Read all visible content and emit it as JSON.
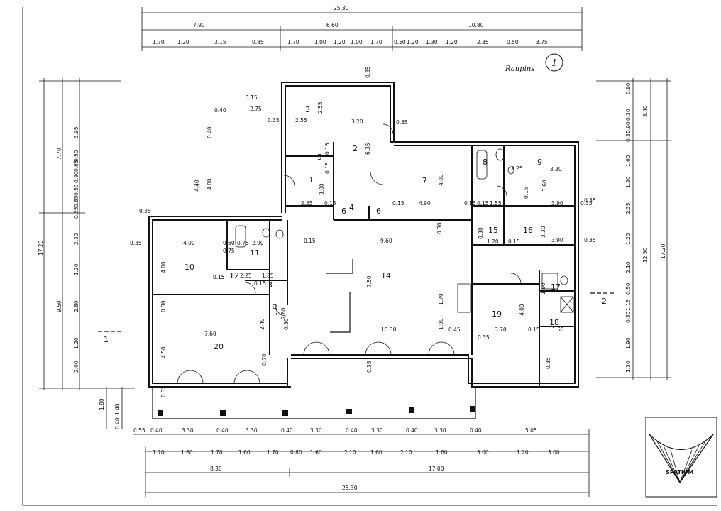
{
  "annotation": "Raupins",
  "plan_number": "1",
  "section_marks": [
    "1",
    "2"
  ],
  "logo_text": "SPATIUM",
  "rooms": [
    "1",
    "2",
    "3",
    "4",
    "5",
    "6",
    "6",
    "7",
    "8",
    "9",
    "10",
    "11",
    "12",
    "13",
    "14",
    "15",
    "16",
    "17",
    "18",
    "19",
    "20"
  ],
  "dims": {
    "top_total": "25.30",
    "top_row2": [
      "7.90",
      "6.60",
      "10.80"
    ],
    "top_row3": [
      "1.70",
      "1.20",
      "3.15",
      "0.85",
      "1.70",
      "1.00",
      "1.20",
      "1.00",
      "1.70",
      "0.50",
      "1.20",
      "1.30",
      "1.20",
      "2.35",
      "0.50",
      "3.75"
    ],
    "bottom_row1": [
      "0.55",
      "0.40",
      "3.30",
      "0.40",
      "3.30",
      "0.40",
      "3.30",
      "0.40",
      "3.30",
      "0.40",
      "3.30",
      "0.40",
      "5.05"
    ],
    "bottom_row2": [
      "1.70",
      "1.60",
      "1.70",
      "1.60",
      "1.70",
      "0.80",
      "1.60",
      "2.10",
      "1.60",
      "2.10",
      "1.60",
      "3.00",
      "1.20",
      "3.00"
    ],
    "bottom_row3": [
      "8.30",
      "17.00"
    ],
    "bottom_total": "25.30",
    "left_outer": [
      "17.20"
    ],
    "left_mid": [
      "7.70",
      "9.50"
    ],
    "left_inner": [
      "3.95",
      "0.50",
      "0.65",
      "0.90",
      "0.50",
      "0.85",
      "0.35",
      "2.30",
      "1.20",
      "2.80",
      "1.20",
      "2.00"
    ],
    "left_bottom": [
      "1.80",
      "1.40",
      "0.40"
    ],
    "right_outer": [
      "17.20"
    ],
    "right_mid": [
      "3.40",
      "12.50"
    ],
    "right_inner": [
      "0.90",
      "0.30",
      "0.90",
      "0.30",
      "1.60",
      "1.20",
      "2.35",
      "1.20",
      "2.10",
      "0.50",
      "1.15",
      "0.50",
      "1.90",
      "1.30"
    ],
    "interior": [
      "3.15",
      "0.40",
      "2.75",
      "0.35",
      "2.55",
      "2.55",
      "3.20",
      "0.35",
      "0.35",
      "6.35",
      "0.15",
      "0.15",
      "3.00",
      "4.40",
      "4.00",
      "0.40",
      "2.55",
      "0.15",
      "0.15",
      "4.90",
      "0.15",
      "0.15",
      "1.55",
      "3.90",
      "0.35",
      "2.25",
      "3.20",
      "0.15",
      "3.60",
      "4.00",
      "0.35",
      "4.00",
      "0.60",
      "0.75",
      "2.90",
      "0.15",
      "9.60",
      "0.30",
      "0.30",
      "1.20",
      "3.30",
      "3.90",
      "0.35",
      "0.35",
      "0.15",
      "0.75",
      "0.15",
      "2.25",
      "1.85",
      "0.15",
      "4.00",
      "7.50",
      "1.70",
      "1.90",
      "0.45",
      "10.30",
      "3.70",
      "0.15",
      "4.00",
      "1.50",
      "1.90",
      "0.35",
      "2.40",
      "0.30",
      "7.60",
      "0.15",
      "4.50",
      "0.70",
      "0.35",
      "0.35",
      "0.35",
      "2.80",
      "0.30",
      "1.20",
      "0.35"
    ]
  }
}
